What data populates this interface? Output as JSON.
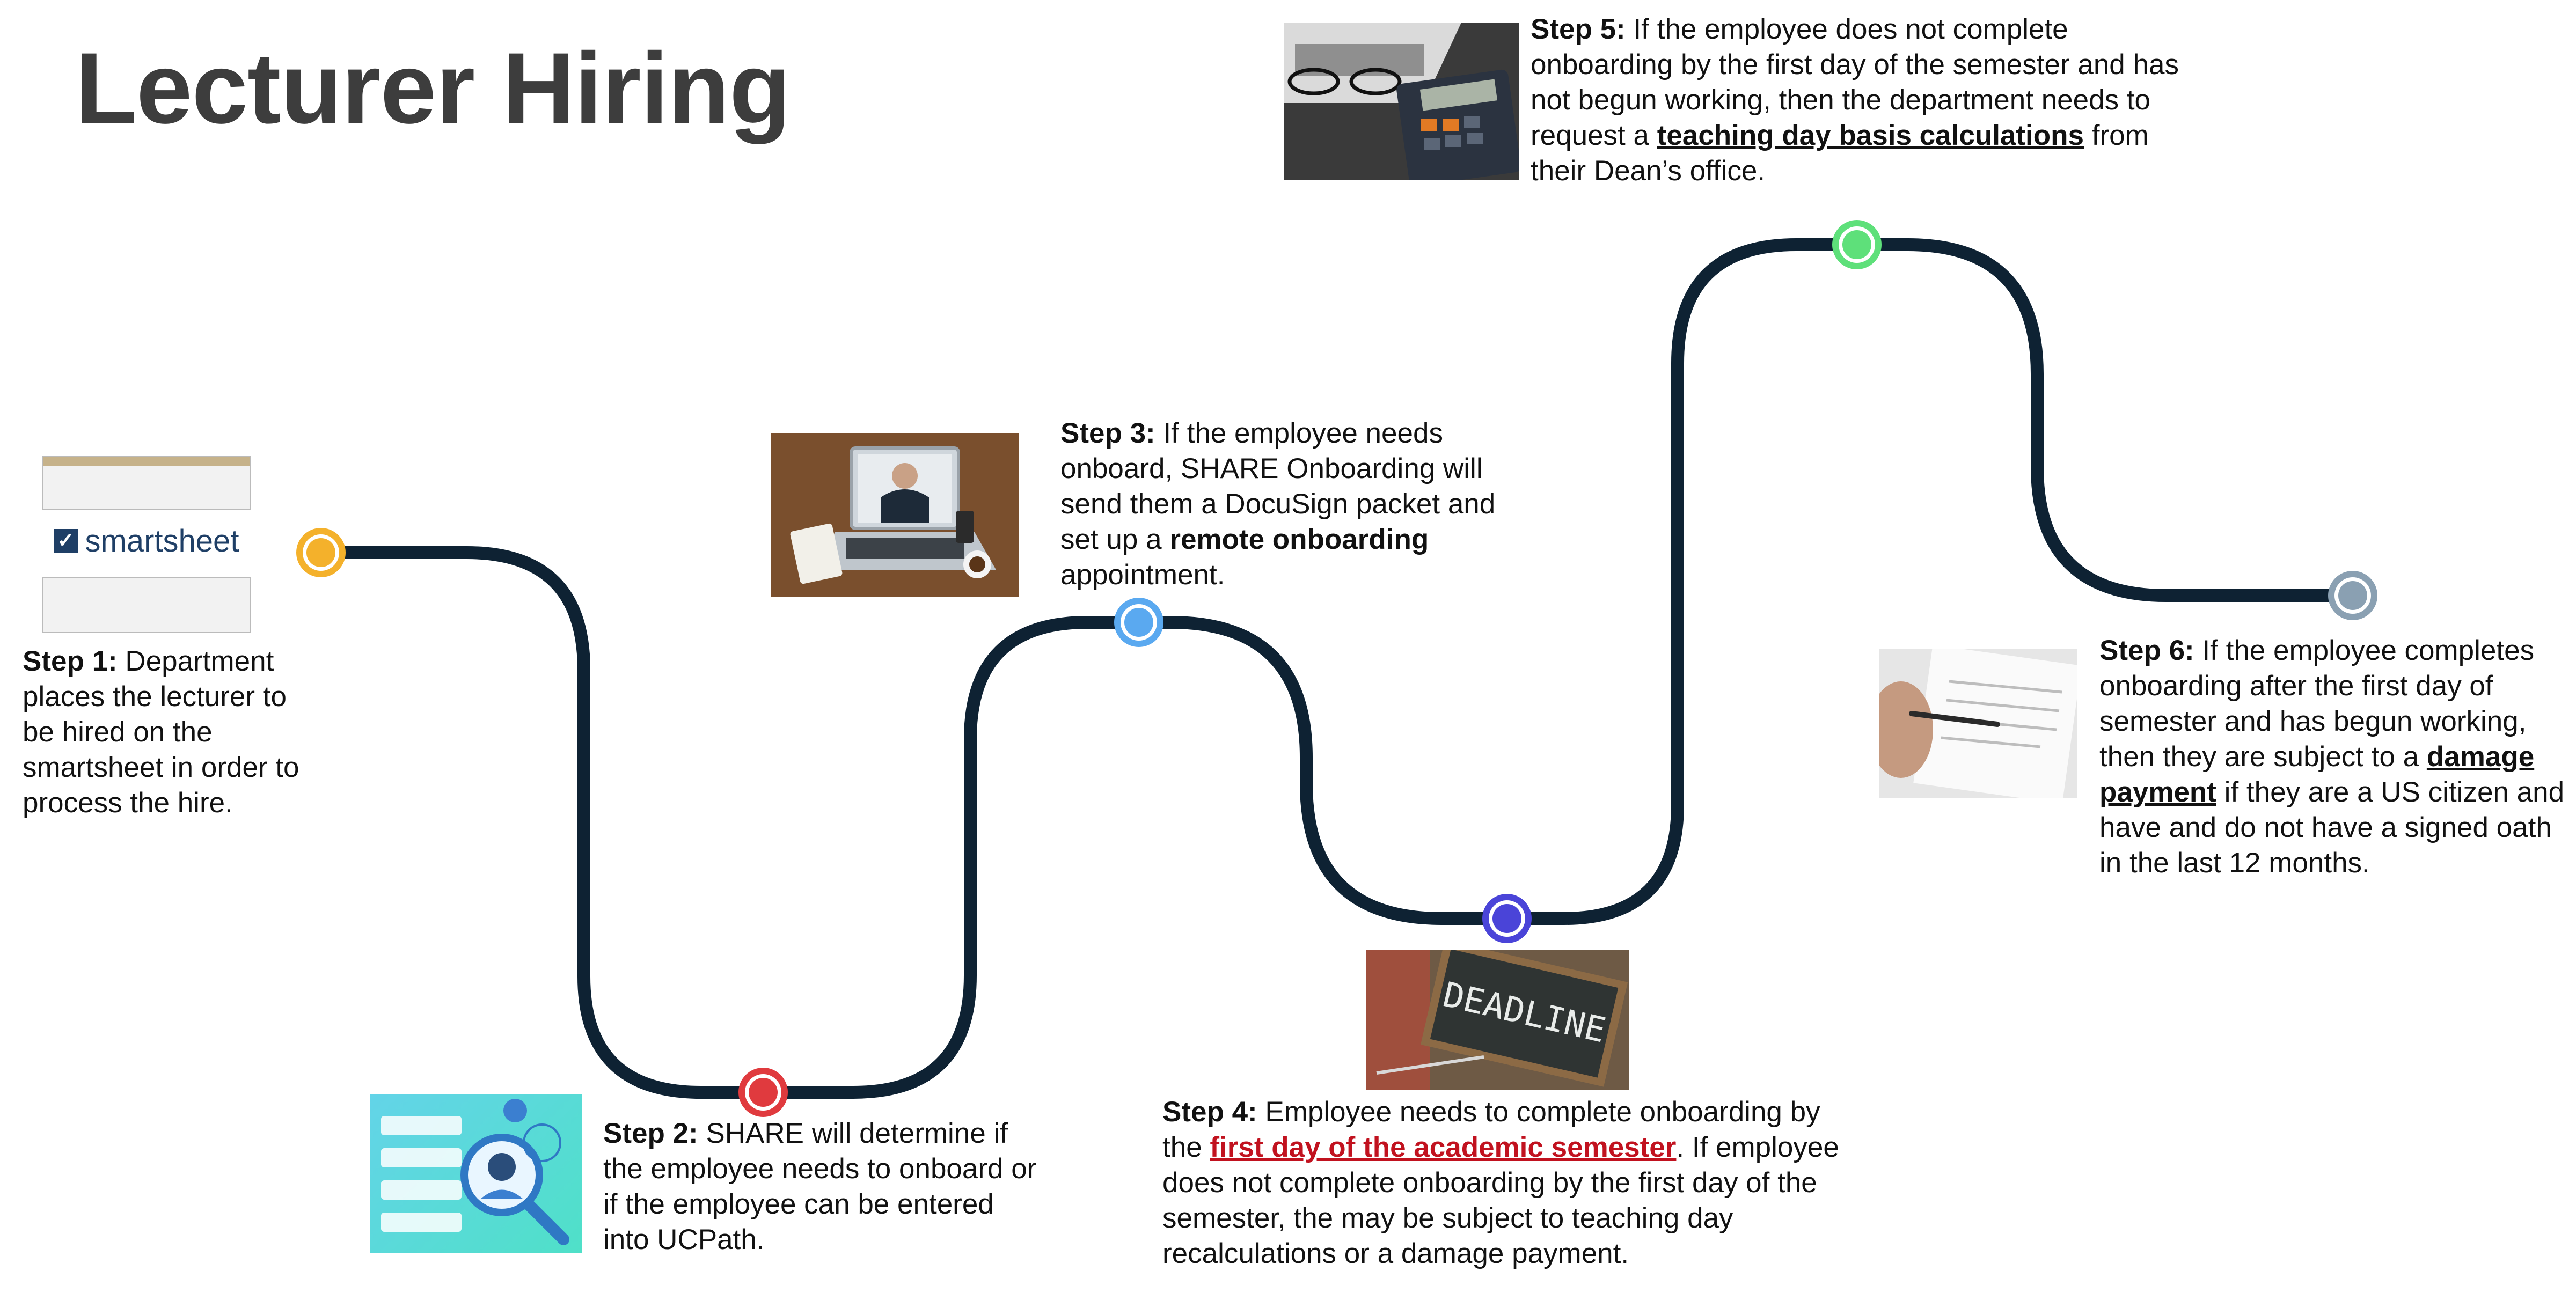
{
  "title": "Lecturer Hiring",
  "road_color": "#0e2233",
  "markers": [
    {
      "name": "step-1-marker",
      "color": "#f4b12b"
    },
    {
      "name": "step-2-marker",
      "color": "#e03a3e"
    },
    {
      "name": "step-3-marker",
      "color": "#5aa9f0"
    },
    {
      "name": "step-4-marker",
      "color": "#4a44d8"
    },
    {
      "name": "step-5-marker",
      "color": "#5ee07a"
    },
    {
      "name": "step-6-marker",
      "color": "#8aa0b2"
    }
  ],
  "step1": {
    "label": "Step 1:",
    "text": " Department places the lecturer to be hired on the smartsheet in order to process the hire.",
    "image_brand": "smartsheet"
  },
  "step2": {
    "label": "Step 2:",
    "text": " SHARE will determine if the employee needs to onboard or if the employee can be entered into UCPath."
  },
  "step3": {
    "label": "Step 3:",
    "text_a": " If the employee needs onboard, SHARE Onboarding will send them a DocuSign packet and set up a ",
    "bold": "remote onboarding",
    "text_b": " appointment."
  },
  "step4": {
    "label": "Step 4:",
    "text_a": " Employee needs to complete onboarding by the ",
    "link": "first day of the academic semester",
    "text_b": ". If employee does not complete onboarding by the first day of the semester, the may be subject to teaching day recalculations or a damage payment.",
    "image_word": "DEADLINE"
  },
  "step5": {
    "label": "Step 5:",
    "text_a": " If the employee does not complete onboarding by the first day of the semester and has not begun working, then the department needs to request a ",
    "link": "teaching day basis calculations",
    "text_b": " from their Dean’s office."
  },
  "step6": {
    "label": "Step 6:",
    "text_a": " If the employee completes onboarding after the first day of semester and has begun working, then they are subject to a ",
    "link": "damage payment",
    "text_b": " if they are a US citizen and have and do not have a signed oath in the last 12 months."
  }
}
